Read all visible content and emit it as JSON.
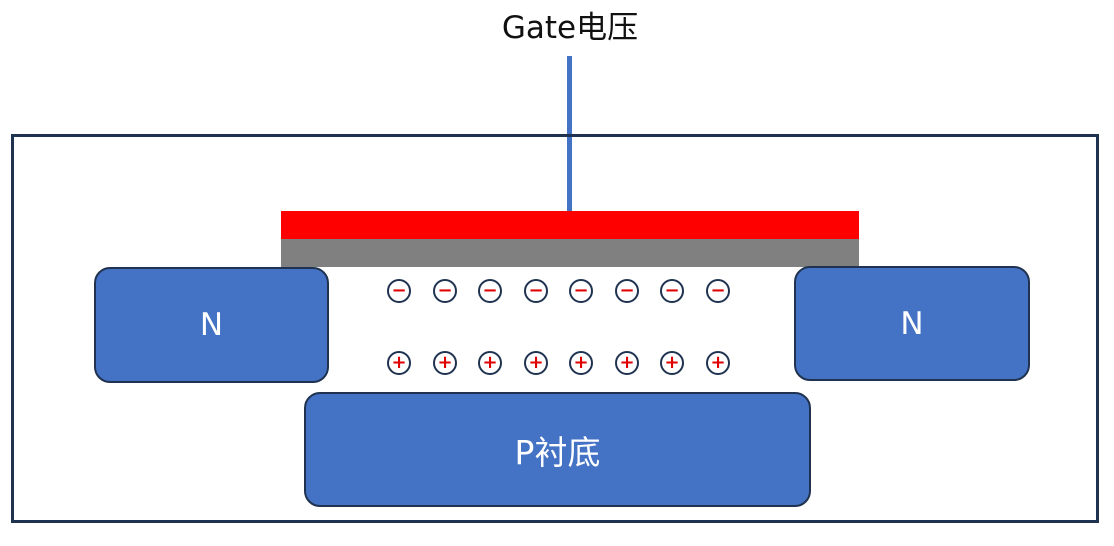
{
  "gate": {
    "label": "Gate电压",
    "wire_color": "#4472c4",
    "metal_color": "#ff0000",
    "oxide_color": "#808080"
  },
  "regions": {
    "source_label": "N",
    "drain_label": "N",
    "substrate_label": "P衬底",
    "fill_color": "#4472c4"
  },
  "carriers": {
    "electron_symbol": "−",
    "hole_symbol": "+",
    "electron_count": 8,
    "hole_count": 8,
    "symbol_color": "#e00000"
  }
}
